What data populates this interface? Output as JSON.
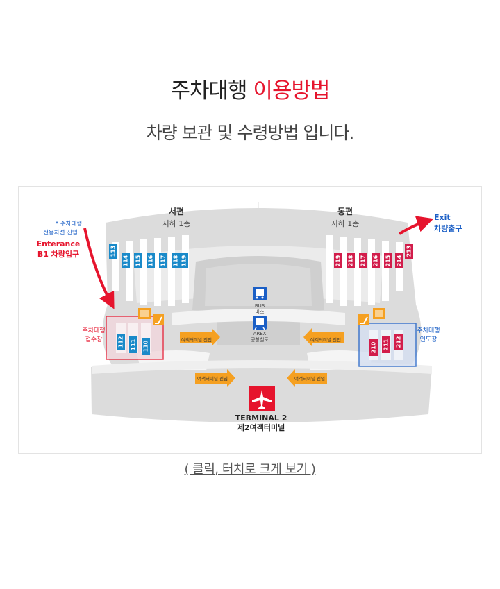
{
  "header": {
    "title_main": "주차대행",
    "title_accent": "이용방법",
    "subtitle": "차량 보관 및 수령방법 입니다."
  },
  "map": {
    "west": {
      "name": "서편",
      "floor": "지하 1층"
    },
    "east": {
      "name": "동편",
      "floor": "지하 1층"
    },
    "entrance": {
      "note_line1": "* 주차대행",
      "note_line2": "전용차선 진입",
      "label_en": "Enterance",
      "label_kr": "B1 차량입구"
    },
    "exit": {
      "label_en": "Exit",
      "label_kr": "차량출구"
    },
    "west_bays": [
      "113",
      "114",
      "115",
      "116",
      "117",
      "118",
      "119"
    ],
    "east_bays": [
      "219",
      "218",
      "217",
      "216",
      "215",
      "214",
      "213"
    ],
    "reception": {
      "line1": "주차대행",
      "line2": "접수장",
      "bays": [
        "112",
        "111",
        "110"
      ]
    },
    "delivery": {
      "line1": "주차대행",
      "line2": "인도장",
      "bays": [
        "210",
        "211",
        "212"
      ]
    },
    "bus": {
      "en": "BUS",
      "kr": "버스"
    },
    "arex": {
      "en": "AREX",
      "kr": "공항철도"
    },
    "passenger_entry": "여객터미널 진입",
    "terminal": {
      "en": "TERMINAL 2",
      "kr": "제2여객터미널"
    },
    "colors": {
      "red": "#e6142d",
      "blue": "#1b5fc6",
      "cyan": "#1a8ac9",
      "crimson": "#d21d4b",
      "orange": "#f5a021"
    },
    "icons": [
      "bus-icon",
      "train-icon",
      "airplane-icon",
      "escalator-icon",
      "elevator-icon"
    ]
  },
  "footer": {
    "zoom_link": "( 클릭, 터치로 크게 보기 )"
  }
}
